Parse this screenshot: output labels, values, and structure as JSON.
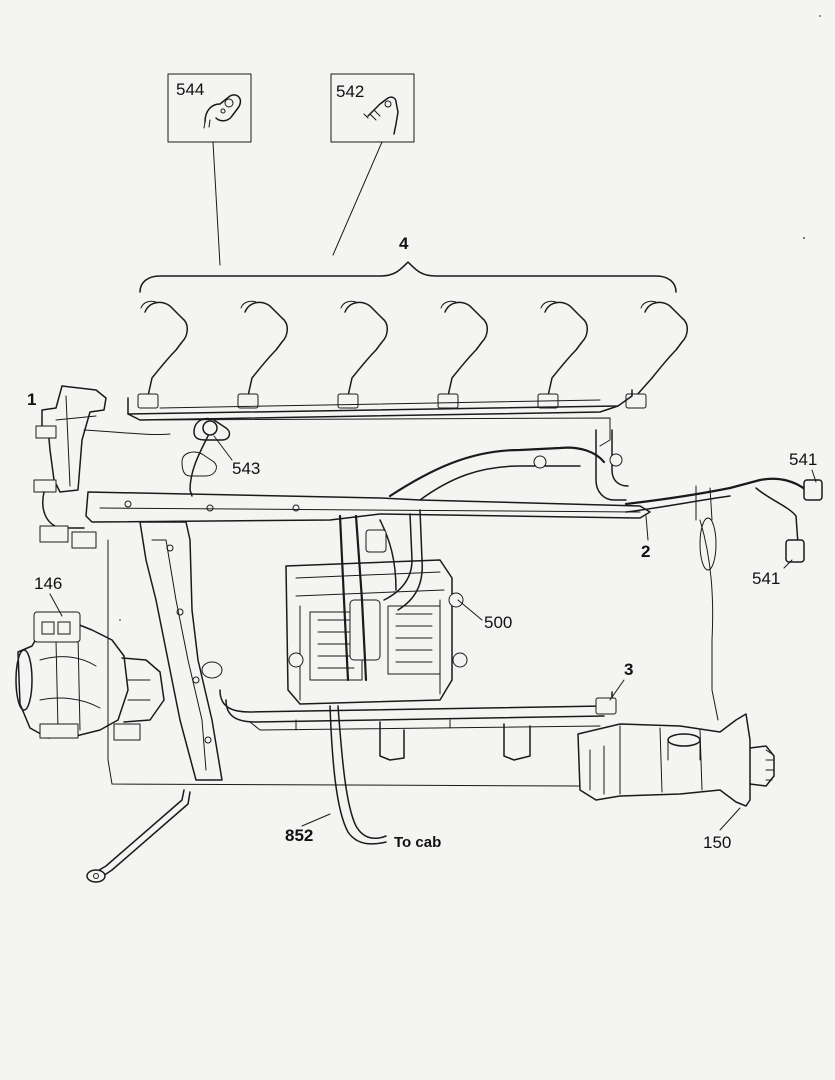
{
  "callouts": {
    "c544": "544",
    "c542": "542",
    "c4": "4",
    "c1": "1",
    "c543": "543",
    "c541a": "541",
    "c541b": "541",
    "c2": "2",
    "c146": "146",
    "c500": "500",
    "c3": "3",
    "c852": "852",
    "c150": "150"
  },
  "annotations": {
    "to_cab": "To cab"
  }
}
